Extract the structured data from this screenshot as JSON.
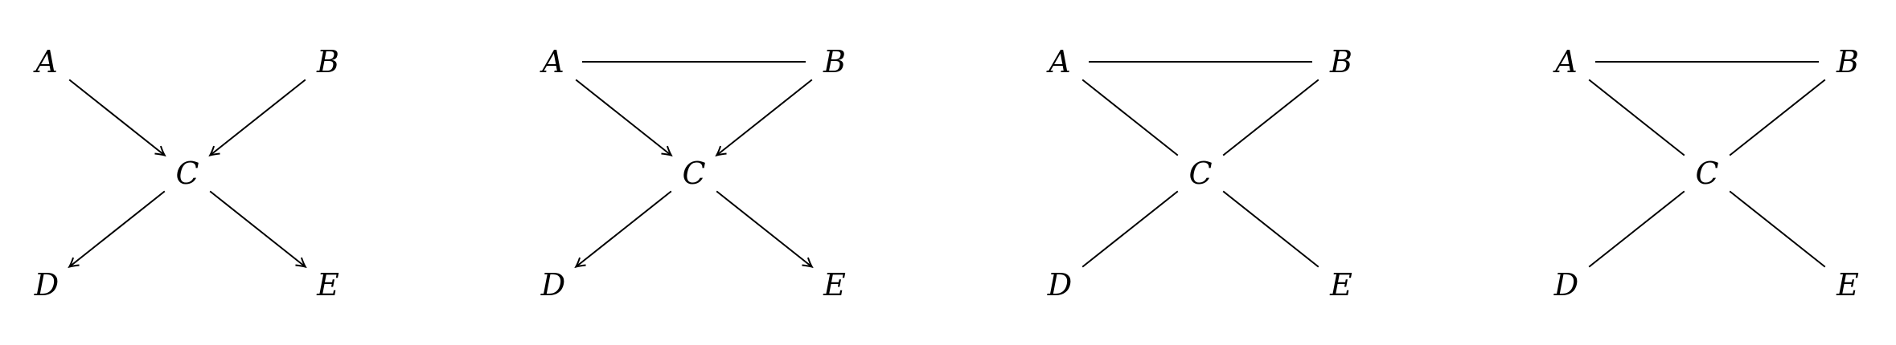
{
  "graphs": [
    {
      "nodes": {
        "A": "A",
        "B": "B",
        "C": "C",
        "D": "D",
        "E": "E"
      },
      "edges": [
        {
          "from": "A",
          "to": "C",
          "directed": true
        },
        {
          "from": "B",
          "to": "C",
          "directed": true
        },
        {
          "from": "C",
          "to": "D",
          "directed": true
        },
        {
          "from": "C",
          "to": "E",
          "directed": true
        }
      ]
    },
    {
      "nodes": {
        "A": "A",
        "B": "B",
        "C": "C",
        "D": "D",
        "E": "E"
      },
      "edges": [
        {
          "from": "A",
          "to": "B",
          "directed": false
        },
        {
          "from": "A",
          "to": "C",
          "directed": true
        },
        {
          "from": "B",
          "to": "C",
          "directed": true
        },
        {
          "from": "C",
          "to": "D",
          "directed": true
        },
        {
          "from": "C",
          "to": "E",
          "directed": true
        }
      ]
    },
    {
      "nodes": {
        "A": "A",
        "B": "B",
        "C": "C",
        "D": "D",
        "E": "E"
      },
      "edges": [
        {
          "from": "A",
          "to": "B",
          "directed": false
        },
        {
          "from": "A",
          "to": "C",
          "directed": false
        },
        {
          "from": "B",
          "to": "C",
          "directed": false
        },
        {
          "from": "C",
          "to": "D",
          "directed": false
        },
        {
          "from": "C",
          "to": "E",
          "directed": false
        }
      ]
    },
    {
      "nodes": {
        "A": "A",
        "B": "B",
        "C": "C",
        "D": "D",
        "E": "E"
      },
      "edges": [
        {
          "from": "A",
          "to": "B",
          "directed": false
        },
        {
          "from": "A",
          "to": "C",
          "directed": false
        },
        {
          "from": "B",
          "to": "C",
          "directed": false
        },
        {
          "from": "C",
          "to": "D",
          "directed": false
        },
        {
          "from": "C",
          "to": "E",
          "directed": false
        }
      ]
    }
  ]
}
